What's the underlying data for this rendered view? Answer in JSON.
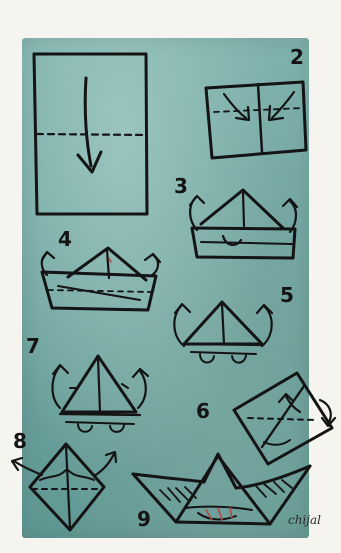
{
  "steps": [
    {
      "id": "2",
      "label": "2"
    },
    {
      "id": "3",
      "label": "3"
    },
    {
      "id": "4",
      "label": "4"
    },
    {
      "id": "5",
      "label": "5"
    },
    {
      "id": "6",
      "label": "6"
    },
    {
      "id": "7",
      "label": "7"
    },
    {
      "id": "8",
      "label": "8"
    },
    {
      "id": "9",
      "label": "9"
    }
  ],
  "signature": "chijal",
  "colors": {
    "paper": "#f6f4ef",
    "card": "#6fa39f",
    "ink": "#141414",
    "accent_red": "#b04a45"
  },
  "icons": [
    "folding-step-1-rectangle-icon",
    "folding-step-2-fold-corners-icon",
    "folding-step-3-hat-icon",
    "folding-step-4-boat-base-icon",
    "folding-step-5-triangle-icon",
    "folding-step-6-square-icon",
    "folding-step-7-triangle-icon",
    "folding-step-8-diamond-icon",
    "folding-step-9-boat-icon"
  ]
}
